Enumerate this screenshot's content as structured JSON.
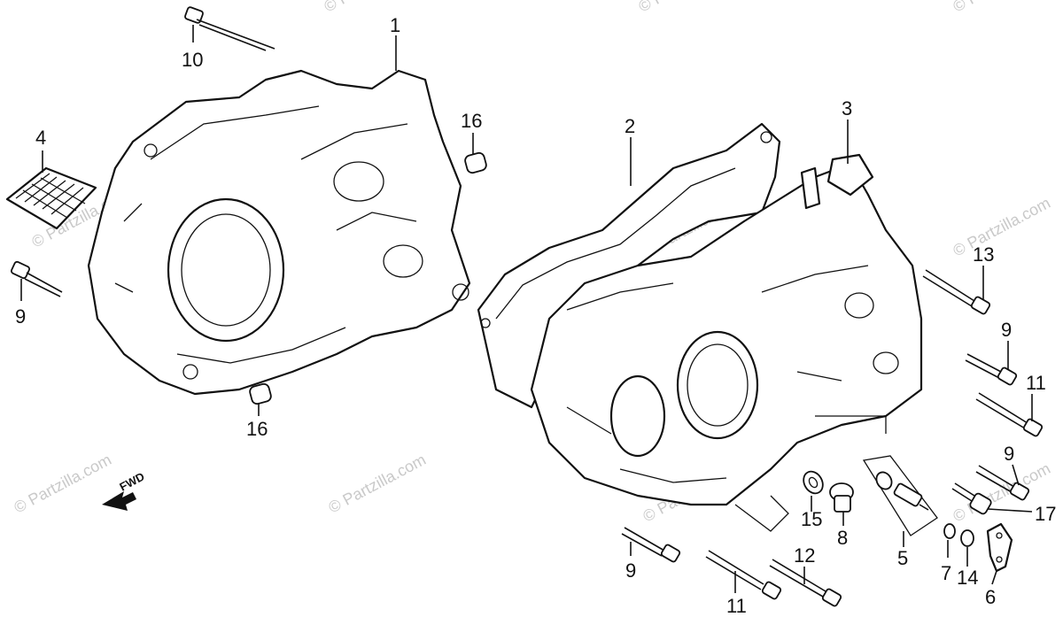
{
  "watermark": {
    "text": "© Partzilla.com",
    "color": "#c9c9c9"
  },
  "fwd_label": "FWD",
  "callouts": [
    {
      "id": "c1",
      "label": "1"
    },
    {
      "id": "c2",
      "label": "2"
    },
    {
      "id": "c3",
      "label": "3"
    },
    {
      "id": "c4",
      "label": "4"
    },
    {
      "id": "c5",
      "label": "5"
    },
    {
      "id": "c6",
      "label": "6"
    },
    {
      "id": "c7",
      "label": "7"
    },
    {
      "id": "c8",
      "label": "8"
    },
    {
      "id": "c9a",
      "label": "9"
    },
    {
      "id": "c9b",
      "label": "9"
    },
    {
      "id": "c9c",
      "label": "9"
    },
    {
      "id": "c9d",
      "label": "9"
    },
    {
      "id": "c10",
      "label": "10"
    },
    {
      "id": "c11a",
      "label": "11"
    },
    {
      "id": "c11b",
      "label": "11"
    },
    {
      "id": "c12",
      "label": "12"
    },
    {
      "id": "c13",
      "label": "13"
    },
    {
      "id": "c14",
      "label": "14"
    },
    {
      "id": "c15",
      "label": "15"
    },
    {
      "id": "c16a",
      "label": "16"
    },
    {
      "id": "c16b",
      "label": "16"
    },
    {
      "id": "c17",
      "label": "17"
    }
  ]
}
